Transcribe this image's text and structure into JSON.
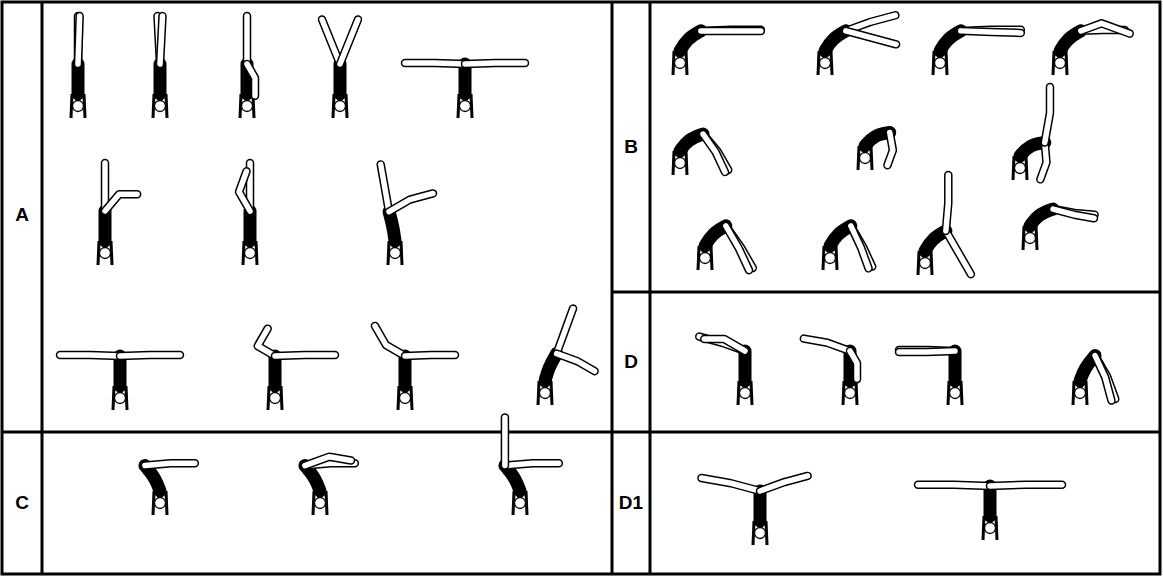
{
  "diagram": {
    "labels": [
      "A",
      "B",
      "C",
      "D",
      "D1"
    ]
  }
}
